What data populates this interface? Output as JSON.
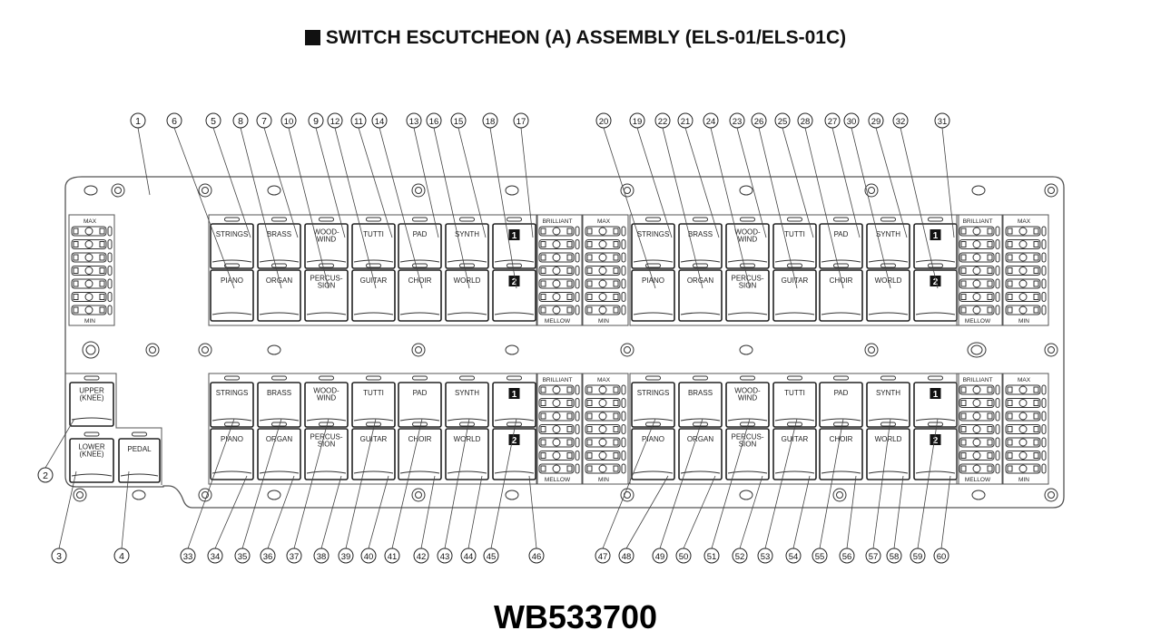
{
  "title": "SWITCH ESCUTCHEON (A) ASSEMBLY (ELS-01/ELS-01C)",
  "part_number": "WB533700",
  "voice_buttons_row1": [
    "STRINGS",
    "BRASS",
    "WOOD-\nWIND",
    "TUTTI",
    "PAD",
    "SYNTH",
    "1"
  ],
  "voice_buttons_row2": [
    "PIANO",
    "ORGAN",
    "PERCUS-\nSION",
    "GUITAR",
    "CHOIR",
    "WORLD",
    "2"
  ],
  "knee_buttons": {
    "upper": "UPPER\n(KNEE)",
    "lower": "LOWER\n(KNEE)",
    "pedal": "PEDAL"
  },
  "brilliance_labels": {
    "top": "BRILLIANT",
    "bottom": "MELLOW"
  },
  "volume_labels": {
    "top": "MAX",
    "bottom": "MIN"
  },
  "callouts_top": [
    "1",
    "6",
    "5",
    "8",
    "7",
    "10",
    "9",
    "12",
    "11",
    "14",
    "13",
    "16",
    "15",
    "18",
    "17",
    "20",
    "19",
    "22",
    "21",
    "24",
    "23",
    "26",
    "25",
    "28",
    "27",
    "30",
    "29",
    "32",
    "31"
  ],
  "callouts_bottom": [
    "2",
    "3",
    "4",
    "33",
    "34",
    "35",
    "36",
    "37",
    "38",
    "39",
    "40",
    "41",
    "42",
    "43",
    "44",
    "45",
    "46",
    "47",
    "48",
    "49",
    "50",
    "51",
    "52",
    "53",
    "54",
    "55",
    "56",
    "57",
    "58",
    "59",
    "60"
  ]
}
